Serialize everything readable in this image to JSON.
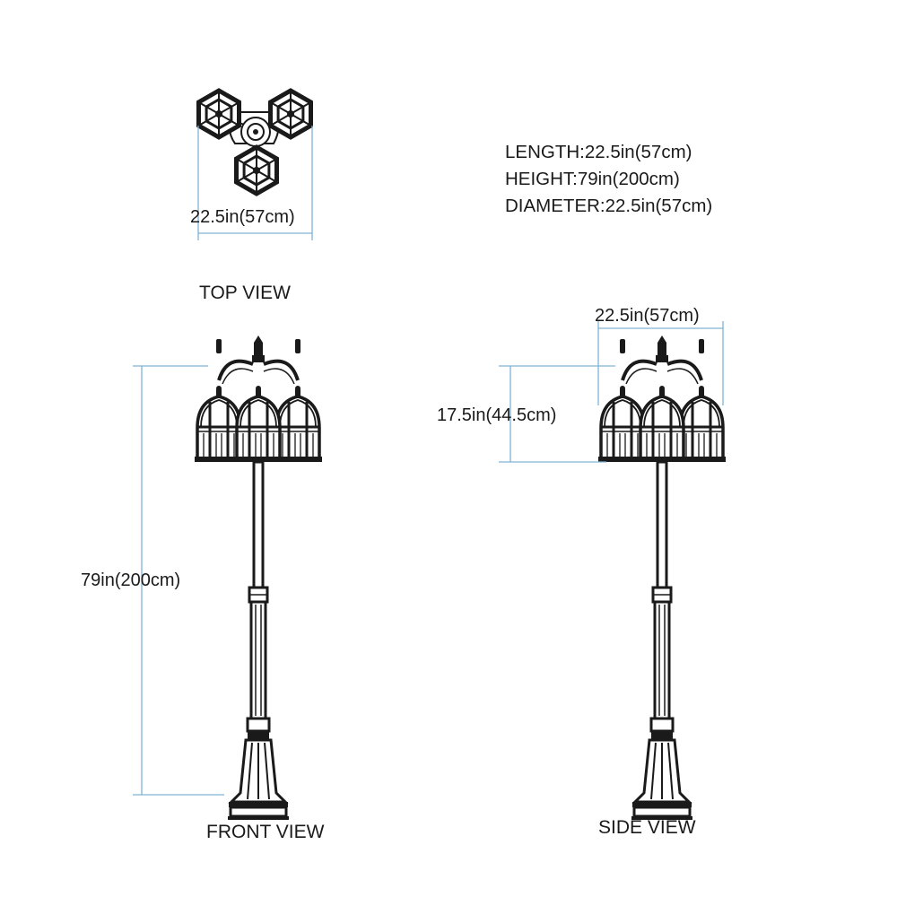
{
  "specs": {
    "length": "LENGTH:22.5in(57cm)",
    "height": "HEIGHT:79in(200cm)",
    "diameter": "DIAMETER:22.5in(57cm)"
  },
  "views": {
    "top": "TOP VIEW",
    "front": "FRONT VIEW",
    "side": "SIDE VIEW"
  },
  "dimensions": {
    "top_width": "22.5in(57cm)",
    "side_width": "22.5in(57cm)",
    "front_height": "79in(200cm)",
    "head_height": "17.5in(44.5cm)"
  },
  "colors": {
    "line": "#1a1a1a",
    "dimension": "#7fb3d5"
  }
}
